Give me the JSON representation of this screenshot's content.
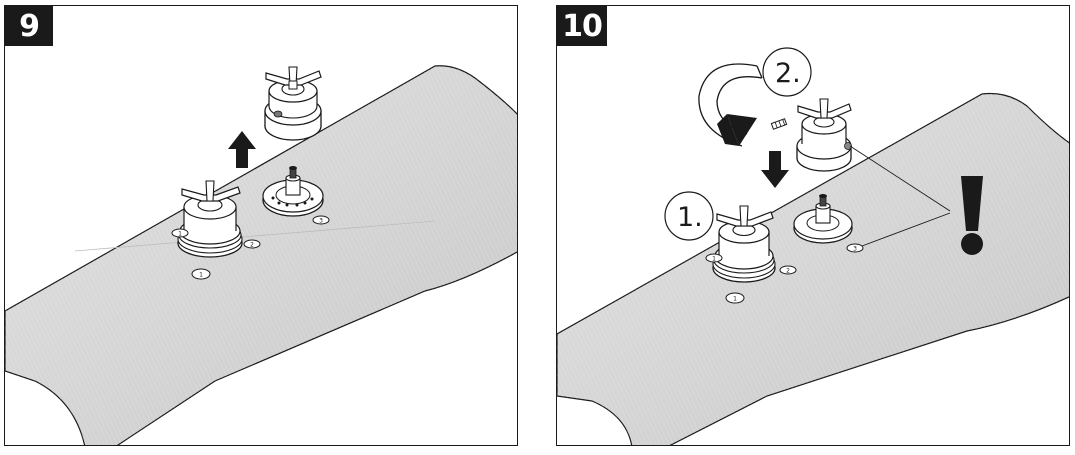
{
  "steps": [
    {
      "number": "9"
    },
    {
      "number": "10",
      "callouts": {
        "first": "1.",
        "second": "2."
      }
    }
  ],
  "port_labels": {
    "left": "1",
    "right": "2",
    "center": "3"
  },
  "colors": {
    "stroke": "#1a1a1a",
    "surface": "#d6d6d6",
    "badge": "#1a1a1a"
  },
  "icons": [
    "arrow-up-icon",
    "arrow-down-icon",
    "rotate-arrow-icon",
    "exclamation-icon",
    "cross-handle-icon"
  ]
}
